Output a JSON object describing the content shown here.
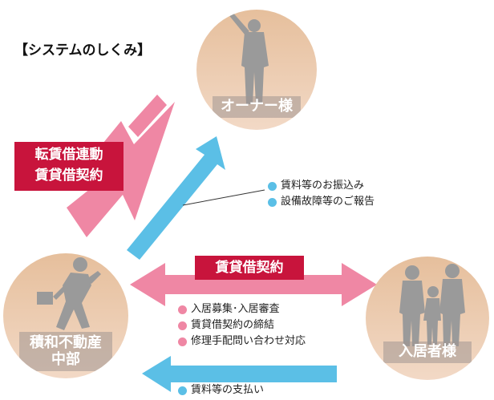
{
  "title": "【システムのしくみ】",
  "colors": {
    "circle_fill": "#e8c4a4",
    "circle_fill_bottom": "#f0dcc8",
    "pink_arrow": "#ef87a4",
    "blue_arrow": "#5bbfe6",
    "crimson_label": "#c8143c",
    "silhouette": "#9a9a9a"
  },
  "parties": {
    "owner": {
      "label": "オーナー様",
      "icon": "businessman-pointing-icon"
    },
    "company": {
      "label_line1": "積和不動産",
      "label_line2": "中部",
      "icon": "businessman-running-icon"
    },
    "resident": {
      "label": "入居者様",
      "icon": "family-icon"
    }
  },
  "relations": {
    "owner_company_contract": {
      "line1": "転賃借連動",
      "line2": "賃貸借契約"
    },
    "company_resident_contract": "賃貸借契約"
  },
  "lists": {
    "to_owner": {
      "color": "#5bbfe6",
      "items": [
        "賃料等のお振込み",
        "設備故障等のご報告"
      ]
    },
    "services": {
      "color": "#ef87a4",
      "items": [
        "入居募集･入居審査",
        "賃貸借契約の締結",
        "修理手配問い合わせ対応"
      ]
    },
    "to_company": {
      "color": "#5bbfe6",
      "items": [
        "賃料等の支払い"
      ]
    }
  }
}
